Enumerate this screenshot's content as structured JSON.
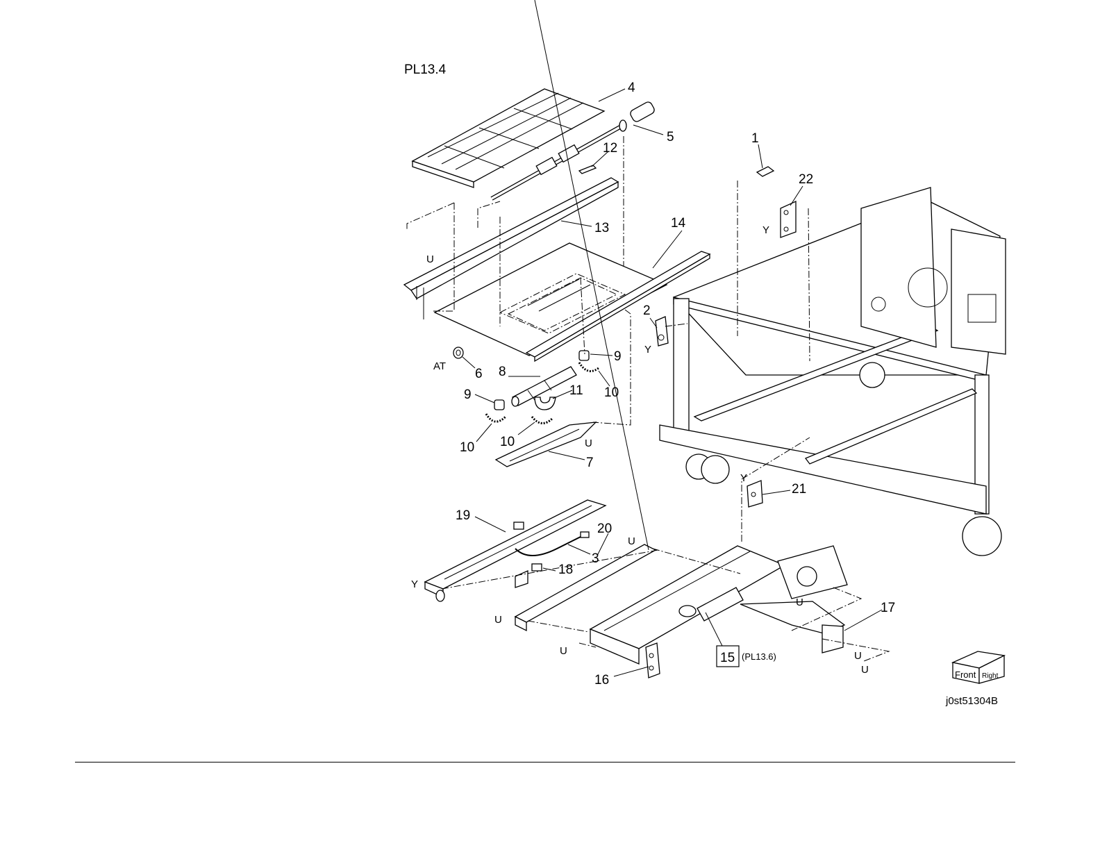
{
  "plate": {
    "title": "PL13.4",
    "figure_code": "j0st51304B"
  },
  "callouts": [
    {
      "id": "c1",
      "text": "1"
    },
    {
      "id": "c2",
      "text": "2"
    },
    {
      "id": "c3",
      "text": "3"
    },
    {
      "id": "c4",
      "text": "4"
    },
    {
      "id": "c5",
      "text": "5"
    },
    {
      "id": "c6",
      "text": "6"
    },
    {
      "id": "c7",
      "text": "7"
    },
    {
      "id": "c8",
      "text": "8"
    },
    {
      "id": "c9a",
      "text": "9"
    },
    {
      "id": "c9b",
      "text": "9"
    },
    {
      "id": "c10a",
      "text": "10"
    },
    {
      "id": "c10b",
      "text": "10"
    },
    {
      "id": "c10c",
      "text": "10"
    },
    {
      "id": "c11",
      "text": "11"
    },
    {
      "id": "c12",
      "text": "12"
    },
    {
      "id": "c13",
      "text": "13"
    },
    {
      "id": "c14",
      "text": "14"
    },
    {
      "id": "c15",
      "text": "15"
    },
    {
      "id": "c16",
      "text": "16"
    },
    {
      "id": "c17",
      "text": "17"
    },
    {
      "id": "c18",
      "text": "18"
    },
    {
      "id": "c19",
      "text": "19"
    },
    {
      "id": "c20",
      "text": "20"
    },
    {
      "id": "c21",
      "text": "21"
    },
    {
      "id": "c22",
      "text": "22"
    }
  ],
  "fastener_marks": [
    {
      "id": "u1",
      "text": "U"
    },
    {
      "id": "u2",
      "text": "U"
    },
    {
      "id": "u3",
      "text": "U"
    },
    {
      "id": "u4",
      "text": "U"
    },
    {
      "id": "u5",
      "text": "U"
    },
    {
      "id": "u6",
      "text": "U"
    },
    {
      "id": "u7",
      "text": "U"
    },
    {
      "id": "u8",
      "text": "U"
    },
    {
      "id": "y1",
      "text": "Y"
    },
    {
      "id": "y2",
      "text": "Y"
    },
    {
      "id": "y3",
      "text": "Y"
    },
    {
      "id": "y4",
      "text": "Y"
    },
    {
      "id": "at1",
      "text": "AT"
    }
  ],
  "cross_reference": {
    "part": "15",
    "ref": "(PL13.6)"
  },
  "orientation_cube": {
    "front": "Front",
    "right": "Right"
  }
}
